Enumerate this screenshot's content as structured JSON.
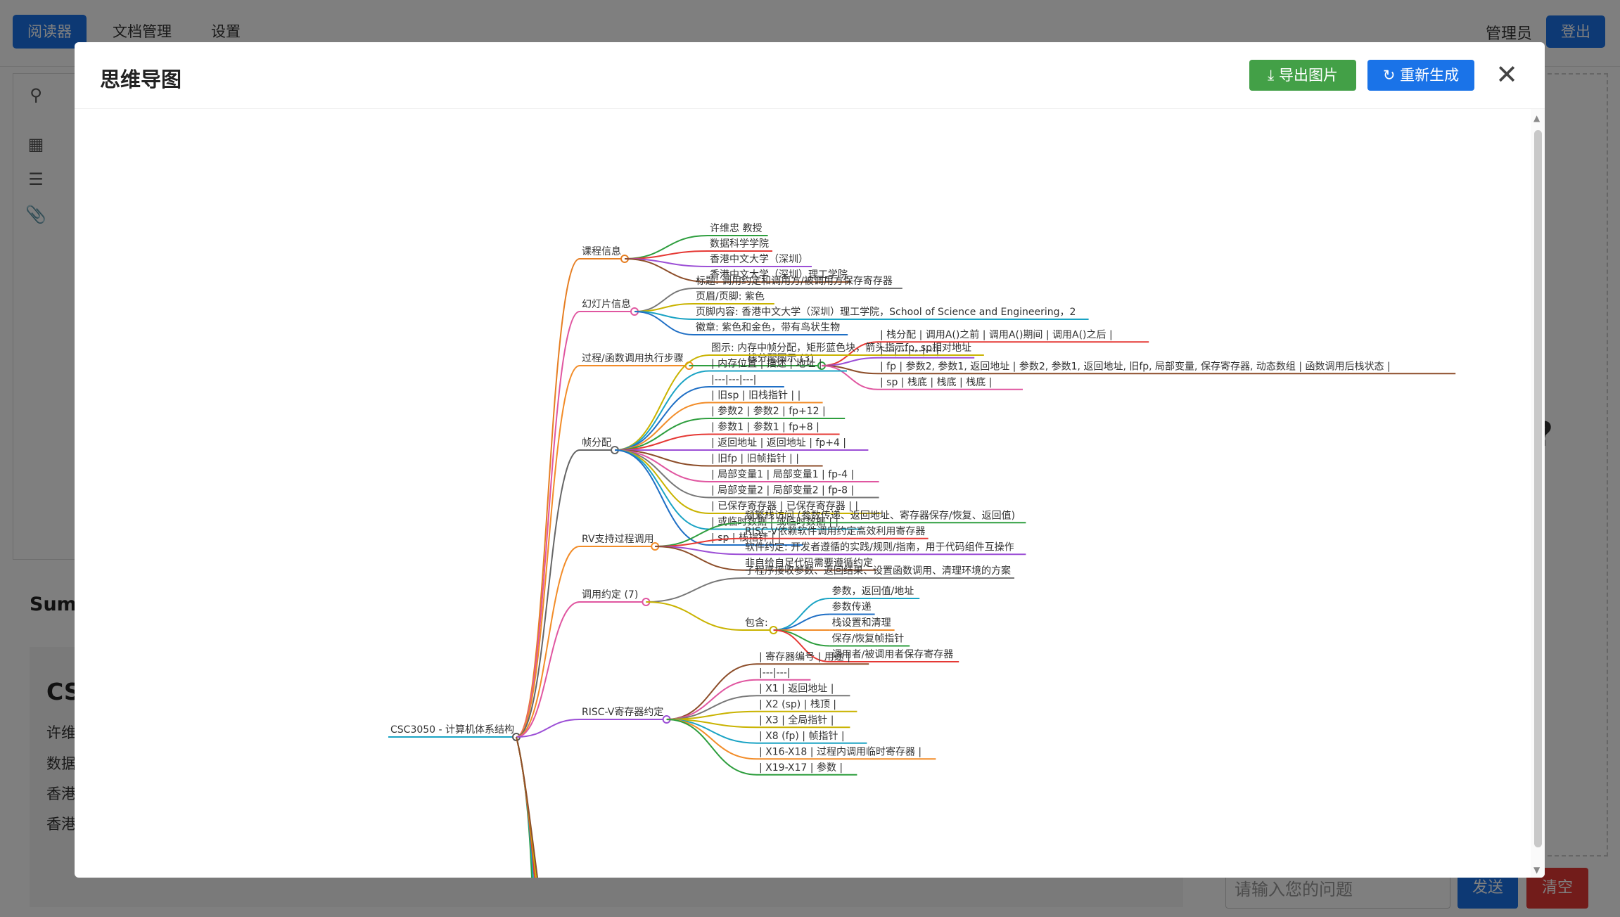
{
  "nav": {
    "reader": "阅读器",
    "docs": "文档管理",
    "settings": "设置",
    "user": "管理员",
    "logout": "登出"
  },
  "summary": {
    "label": "Sumr",
    "card_title": "CS(",
    "lines": [
      "许维",
      "数据",
      "香港",
      "香港"
    ]
  },
  "chat": {
    "placeholder": "请输入您的问题",
    "send": "发送",
    "clear": "清空",
    "question_mark": "?"
  },
  "modal": {
    "title": "思维导图",
    "export_label": "导出图片",
    "regen_label": "重新生成",
    "close_glyph": "✕"
  },
  "mindmap": {
    "root": "CSC3050 - 计算机体系结构",
    "branches": [
      {
        "label": "课程信息",
        "color": "#e67e22",
        "children": [
          {
            "label": "许维忠 教授",
            "color": "#2e9e3e"
          },
          {
            "label": "数据科学学院",
            "color": "#e53935"
          },
          {
            "label": "香港中文大学（深圳）",
            "color": "#9c4fd6"
          },
          {
            "label": "香港中文大学（深圳）理工学院",
            "color": "#8d4e2a"
          }
        ]
      },
      {
        "label": "幻灯片信息",
        "color": "#e056a0",
        "children": [
          {
            "label": "标题: 调用约定和调用方/被调用方保存寄存器",
            "color": "#777777"
          },
          {
            "label": "页眉/页脚: 紫色",
            "color": "#c9b300"
          },
          {
            "label": "页脚内容: 香港中文大学（深圳）理工学院，School of Science and Engineering，2",
            "color": "#1aa3c4"
          },
          {
            "label": "徽章: 紫色和金色，带有鸟状生物",
            "color": "#1f6fc5"
          }
        ]
      },
      {
        "label": "过程/函数调用执行步骤",
        "color": "#f28c28",
        "children": [
          {
            "label": "栈分配图示 (3)",
            "color": "#2e9e3e",
            "children": [
              {
                "label": "| 栈分配 | 调用A()之前 | 调用A()期间 | 调用A()之后 |",
                "color": "#e53935"
              },
              {
                "label": "|---|---|---|---|",
                "color": "#9c4fd6"
              },
              {
                "label": "| fp | 参数2, 参数1, 返回地址 | 参数2, 参数1, 返回地址, 旧fp, 局部变量, 保存寄存器, 动态数组 | 函数调用后栈状态 |",
                "color": "#8d4e2a"
              },
              {
                "label": "| sp | 栈底 | 栈底 | 栈底 |",
                "color": "#e056a0"
              }
            ]
          }
        ]
      },
      {
        "label": "帧分配",
        "color": "#666666",
        "children": [
          {
            "label": "图示: 内存中帧分配，矩形蓝色块，箭头指示fp, sp相对地址",
            "color": "#c9b300"
          },
          {
            "label": "| 内存位置 | 描述 | 地址 |",
            "color": "#1aa3c4"
          },
          {
            "label": "|---|---|---|",
            "color": "#1f6fc5"
          },
          {
            "label": "| 旧sp | 旧栈指针 | |",
            "color": "#f28c28"
          },
          {
            "label": "| 参数2 | 参数2 | fp+12 |",
            "color": "#2e9e3e"
          },
          {
            "label": "| 参数1 | 参数1 | fp+8 |",
            "color": "#e53935"
          },
          {
            "label": "| 返回地址 | 返回地址 | fp+4 |",
            "color": "#9c4fd6"
          },
          {
            "label": "| 旧fp | 旧帧指针 | |",
            "color": "#8d4e2a"
          },
          {
            "label": "| 局部变量1 | 局部变量1 | fp-4 |",
            "color": "#e056a0"
          },
          {
            "label": "| 局部变量2 | 局部变量2 | fp-8 |",
            "color": "#777777"
          },
          {
            "label": "| 已保存寄存器 | 已保存寄存器 | |",
            "color": "#c9b300"
          },
          {
            "label": "| 或临时数据 | 或临时数据 | |",
            "color": "#1aa3c4"
          },
          {
            "label": "| sp | 栈指针 | |",
            "color": "#1f6fc5"
          }
        ]
      },
      {
        "label": "RV支持过程调用",
        "color": "#f28c28",
        "children": [
          {
            "label": "频繁栈访问 (参数传递、返回地址、寄存器保存/恢复、返回值)",
            "color": "#2e9e3e"
          },
          {
            "label": "RISC-V依赖软件调用约定高效利用寄存器",
            "color": "#e53935"
          },
          {
            "label": "软件约定: 开发者遵循的实践/规则/指南，用于代码组件互操作",
            "color": "#9c4fd6"
          },
          {
            "label": "非自给自足代码需要遵循约定",
            "color": "#8d4e2a"
          }
        ]
      },
      {
        "label": "调用约定 (7)",
        "color": "#e056a0",
        "children": [
          {
            "label": "子程序接收参数、返回结果、设置函数调用、清理环境的方案",
            "color": "#777777"
          },
          {
            "label": "包含:",
            "color": "#c9b300",
            "children": [
              {
                "label": "参数，返回值/地址",
                "color": "#1aa3c4"
              },
              {
                "label": "参数传递",
                "color": "#1f6fc5"
              },
              {
                "label": "栈设置和清理",
                "color": "#f28c28"
              },
              {
                "label": "保存/恢复帧指针",
                "color": "#2e9e3e"
              },
              {
                "label": "调用者/被调用者保存寄存器",
                "color": "#e53935"
              }
            ]
          }
        ]
      },
      {
        "label": "RISC-V寄存器约定",
        "color": "#9c4fd6",
        "children": [
          {
            "label": "| 寄存器编号 | 用途 |",
            "color": "#8d4e2a"
          },
          {
            "label": "|---|---|",
            "color": "#e056a0"
          },
          {
            "label": "| X1 | 返回地址 |",
            "color": "#777777"
          },
          {
            "label": "| X2 (sp) | 栈顶 |",
            "color": "#c9b300"
          },
          {
            "label": "| X3 | 全局指针 |",
            "color": "#c9b300"
          },
          {
            "label": "| X8 (fp) | 帧指针 |",
            "color": "#1aa3c4"
          },
          {
            "label": "| X16-X18 | 过程内调用临时寄存器 |",
            "color": "#f28c28"
          },
          {
            "label": "| X19-X17 | 参数 |",
            "color": "#2e9e3e"
          }
        ]
      }
    ]
  }
}
